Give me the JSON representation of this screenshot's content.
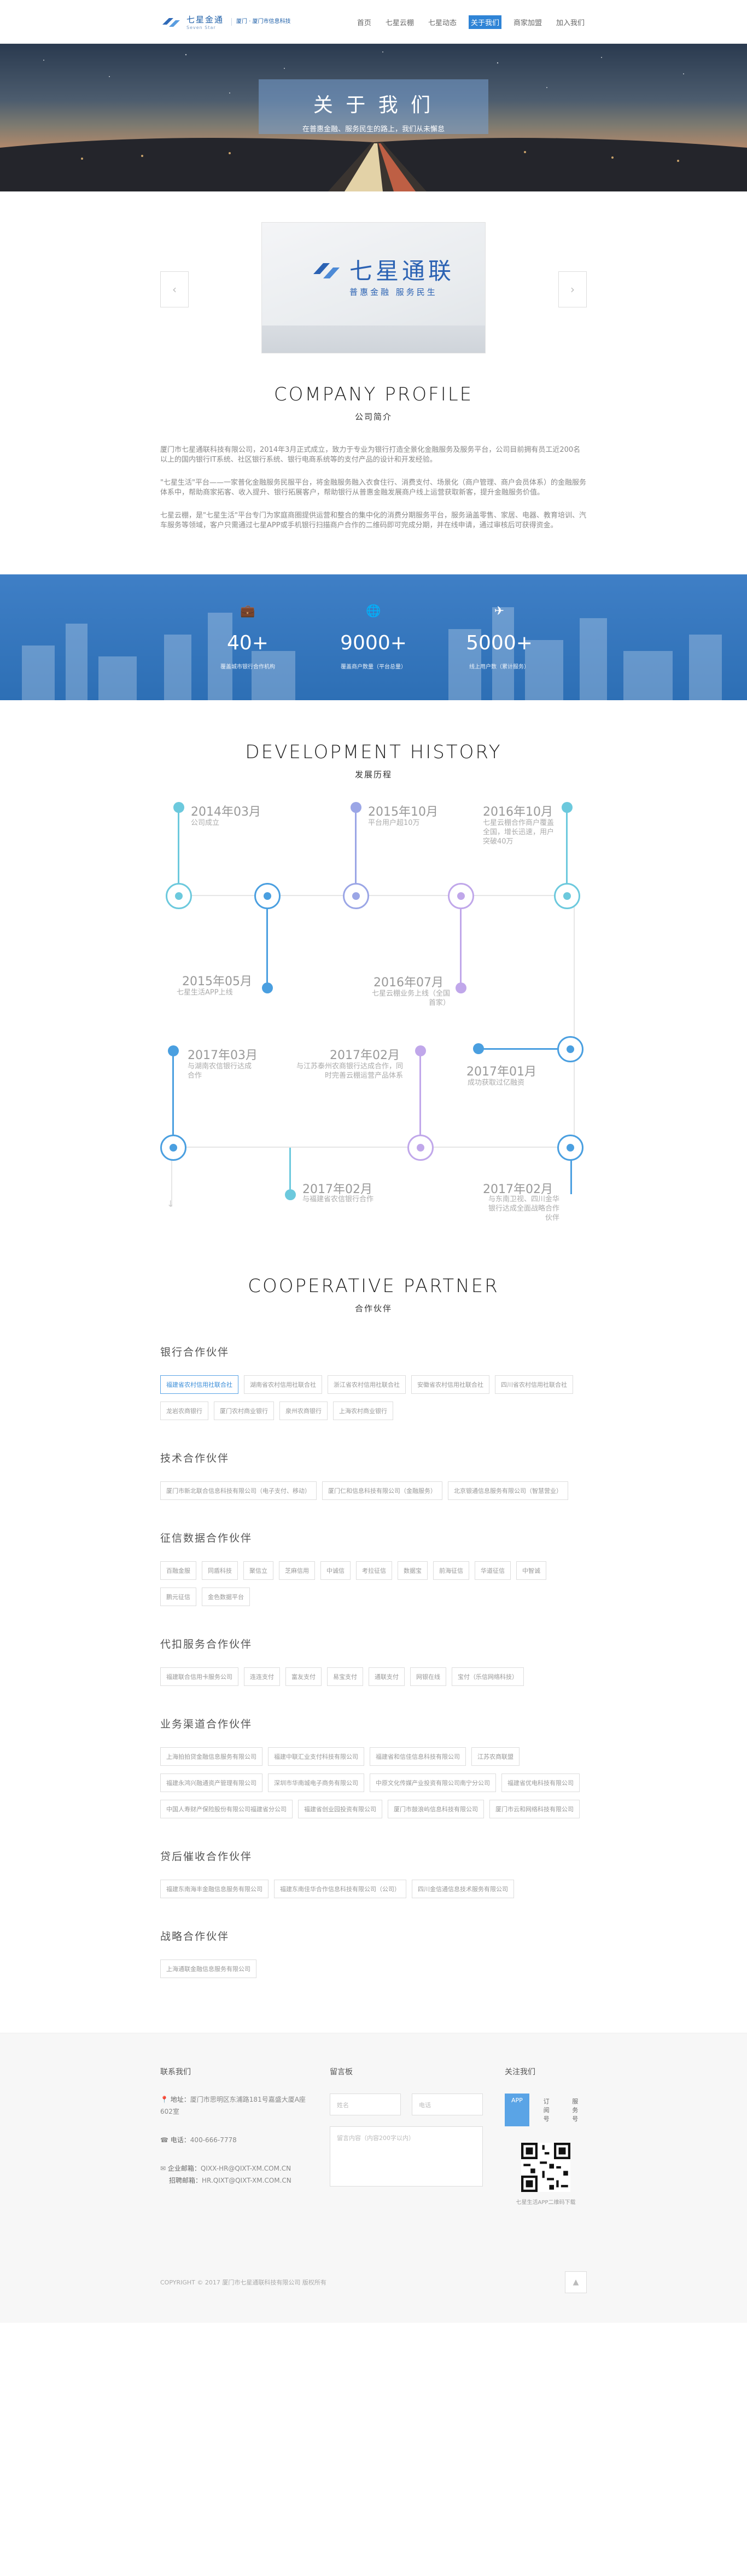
{
  "header": {
    "brand_name": "七星金通",
    "brand_en": "Seven Star",
    "brand_side": "厦门 · 厦门市信息科技",
    "nav": [
      "首页",
      "七星云棚",
      "七星动态",
      "关于我们",
      "商家加盟",
      "加入我们"
    ],
    "active_nav": 3
  },
  "hero": {
    "title": "关 于 我 们",
    "subtitle": "在普惠金融、服务民生的路上，我们从未懈怠"
  },
  "slider": {
    "brand_name": "七星通联",
    "brand_sub": "普惠金融 服务民生"
  },
  "profile": {
    "title": "COMPANY PROFILE",
    "subtitle": "公司简介",
    "paragraphs": [
      "厦门市七星通联科技有限公司，2014年3月正式成立，致力于专业为银行打造全景化金融服务及服务平台，公司目前拥有员工近200名以上的国内银行IT系统、社区银行系统、银行电商系统等的支付产品的设计和开发经验。",
      "\"七星生活\"平台——一家普化金融服务民服平台，将金融服务融入衣食住行、消费支付、场景化（商户管理、商户会员体系）的金融服务体系中，帮助商家拓客、收入提升、银行拓展客户，帮助银行从普惠金融发展商户线上运营获取新客，提升金融服务价值。",
      "七星云棚，是\"七星生活\"平台专门为家庭商圈提供运营和整合的集中化的消费分期服务平台，服务涵盖零售、家居、电器、教育培训、汽车服务等领域，客户只需通过七星APP或手机银行扫描商户合作的二维码即可完成分期，并在线申请，通过审核后可获得资金。"
    ]
  },
  "stats": [
    {
      "icon": "briefcase-icon",
      "glyph": "💼",
      "num": "40+",
      "label": "覆盖城市银行合作机构"
    },
    {
      "icon": "globe-icon",
      "glyph": "🌐",
      "num": "9000+",
      "label": "覆盖商户数量（平台总量）"
    },
    {
      "icon": "send-icon",
      "glyph": "✈",
      "num": "5000+",
      "label": "线上用户数（累计服务）"
    }
  ],
  "history": {
    "title": "DEVELOPMENT HISTORY",
    "subtitle": "发展历程",
    "events": [
      {
        "date": "2014年03月",
        "text": "公司成立"
      },
      {
        "date": "2015年05月",
        "text": "七星生活APP上线"
      },
      {
        "date": "2015年10月",
        "text": "平台用户超10万"
      },
      {
        "date": "2016年07月",
        "text": "七星云棚业务上线（全国首家）"
      },
      {
        "date": "2016年10月",
        "text": "七星云棚合作商户覆盖全国，增长迅速，用户突破40万"
      },
      {
        "date": "2017年03月",
        "text": "与湖南农信银行达成合作"
      },
      {
        "date": "2017年02月",
        "text": "与江苏泰州农商银行达成合作，同时完善云棚运营产品体系"
      },
      {
        "date": "2017年01月",
        "text": "成功获取过亿融资"
      },
      {
        "date": "2017年02月",
        "text": "与福建省农信银行合作"
      },
      {
        "date": "2017年02月",
        "text": "与东南卫视、四川金华银行达成全面战略合作伙伴"
      }
    ]
  },
  "partners": {
    "title": "COOPERATIVE PARTNER",
    "subtitle": "合作伙伴",
    "groups": [
      {
        "title": "银行合作伙伴",
        "items": [
          "福建省农村信用社联合社",
          "湖南省农村信用社联合社",
          "浙江省农村信用社联合社",
          "安徽省农村信用社联合社",
          "四川省农村信用社联合社",
          "龙岩农商银行",
          "厦门农村商业银行",
          "泉州农商银行",
          "上海农村商业银行"
        ]
      },
      {
        "title": "技术合作伙伴",
        "items": [
          "厦门市新北联合信息科技有限公司（电子支付、移动）",
          "厦门仁和信息科技有限公司（金融服务）",
          "北京银通信息服务有限公司（智慧营业）"
        ]
      },
      {
        "title": "征信数据合作伙伴",
        "items": [
          "百融金服",
          "同盾科技",
          "聚信立",
          "芝麻信用",
          "中诚信",
          "考拉征信",
          "数据宝",
          "前海征信",
          "华道征信",
          "中智诚",
          "鹏元征信",
          "金色数据平台"
        ]
      },
      {
        "title": "代扣服务合作伙伴",
        "items": [
          "福建联合信用卡服务公司",
          "连连支付",
          "富友支付",
          "易宝支付",
          "通联支付",
          "网银在线",
          "宝付（乐信网络科技）"
        ]
      },
      {
        "title": "业务渠道合作伙伴",
        "items": [
          "上海拍拍贷金融信息服务有限公司",
          "福建中联汇业支付科技有限公司",
          "福建省和信佳信息科技有限公司",
          "江苏农商联盟",
          "福建永鸿兴融通资产管理有限公司",
          "深圳市华南城电子商务有限公司",
          "中原文化传媒产业投资有限公司南宁分公司",
          "福建省优电科技有限公司",
          "中国人寿财产保险股份有限公司福建省分公司",
          "福建省创业园投资有限公司",
          "厦门市鼓浪屿信息科技有限公司",
          "厦门市云和网络科技有限公司"
        ]
      },
      {
        "title": "贷后催收合作伙伴",
        "items": [
          "福建东南海丰金融信息服务有限公司",
          "福建东南佳华合作信息科技有限公司（公司）",
          "四川金信通信息技术服务有限公司"
        ]
      },
      {
        "title": "战略合作伙伴",
        "items": [
          "上海通联金融信息服务有限公司"
        ]
      }
    ]
  },
  "footer": {
    "contact_title": "联系我们",
    "address_label": "地址：",
    "address": "厦门市思明区东浦路181号嘉盛大厦A座602室",
    "phone_label": "电话：",
    "phone": "400-666-7778",
    "email_label": "企业邮箱：",
    "email": "QIXX-HR@QIXT-XM.COM.CN",
    "email2_label": "招聘邮箱：",
    "email2": "HR.QIXT@QIXT-XM.COM.CN",
    "message_title": "留言板",
    "name_placeholder": "姓名",
    "phone_placeholder": "电话",
    "message_placeholder": "留言内容（内容200字以内）",
    "follow_title": "关注我们",
    "follow_tabs": [
      "APP",
      "订阅号",
      "服务号"
    ],
    "qr_caption": "七星生活APP二维码下载",
    "copyright": "COPYRIGHT © 2017 厦门市七星通联科技有限公司 版权所有",
    "top_label": "▲"
  }
}
